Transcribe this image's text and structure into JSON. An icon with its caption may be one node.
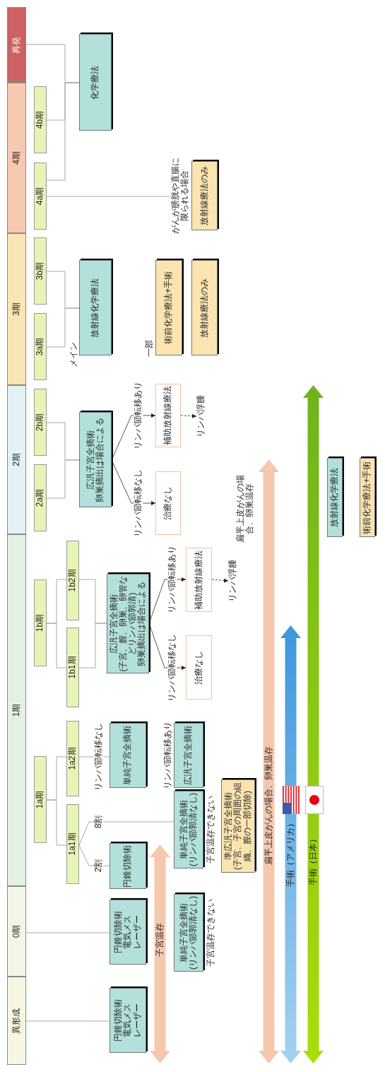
{
  "diagram": {
    "nodes": [
      {
        "text": [
          "再発"
        ]
      },
      {
        "text": [
          "4期"
        ]
      },
      {
        "text": [
          "3期"
        ]
      },
      {
        "text": [
          "2期"
        ]
      },
      {
        "text": [
          "1期"
        ]
      },
      {
        "text": [
          "0期"
        ]
      },
      {
        "text": [
          "異形成"
        ]
      },
      {
        "text": [
          "4b期"
        ]
      },
      {
        "text": [
          "4a期"
        ]
      },
      {
        "text": [
          "3b期"
        ]
      },
      {
        "text": [
          "3a期"
        ]
      },
      {
        "text": [
          "2b期"
        ]
      },
      {
        "text": [
          "2a期"
        ]
      },
      {
        "text": [
          "1b期"
        ]
      },
      {
        "text": [
          "1b2期"
        ]
      },
      {
        "text": [
          "1b1期"
        ]
      },
      {
        "text": [
          "1a期"
        ]
      },
      {
        "text": [
          "1a2期"
        ]
      },
      {
        "text": [
          "1a1期"
        ]
      },
      {
        "text": [
          "化学療法"
        ]
      },
      {
        "text": [
          "放射線療法のみ"
        ],
        "beside": [
          "がんが膀胱や直腸に限られる場合"
        ]
      },
      {
        "text": [
          "放射線化学療法"
        ],
        "beside": [
          "メイン"
        ]
      },
      {
        "text": [
          "術前化学療法+手術"
        ],
        "beside": [
          "一部"
        ]
      },
      {
        "text": [
          "放射線療法のみ"
        ]
      },
      {
        "text": [
          "広汎子宮全摘術",
          "卵巣摘出は場合による"
        ]
      },
      {
        "text": [
          "補助放射線療法"
        ]
      },
      {
        "text": [
          "治療なし"
        ]
      },
      {
        "text": [
          "リンパ浮腫"
        ]
      },
      {
        "text": [
          "広汎子宮全摘術",
          "(子宮、膣、卵巣、卵管などリンパ節郭清)",
          "卵巣摘出は場合による"
        ]
      },
      {
        "text": [
          "補助放射線療法"
        ]
      },
      {
        "text": [
          "治療なし"
        ]
      },
      {
        "text": [
          "リンパ浮腫"
        ]
      },
      {
        "text": [
          "単純子宮全摘術"
        ]
      },
      {
        "text": [
          "広汎子宮全摘術"
        ]
      },
      {
        "text": [
          "円錐切除術"
        ]
      },
      {
        "text": [
          "単純子宮全摘術",
          "(リンパ節郭清なし)"
        ],
        "beside": [
          "子宮温存できない"
        ]
      },
      {
        "text": [
          "準広汎子宮全摘術",
          "(子宮、子宮の周囲の組織、膣の一部切除)"
        ]
      },
      {
        "text": [
          "円錐切除術",
          "電気メス",
          "レーザー"
        ]
      },
      {
        "text": [
          "単純子宮全摘術",
          "(リンパ節郭清なし)"
        ],
        "beside": [
          "子宮温存できない"
        ]
      },
      {
        "text": [
          "円錐切除術",
          "電気メス",
          "レーザー"
        ]
      },
      {
        "text": [
          "子宮温存"
        ]
      },
      {
        "text": [
          "扁平上皮がんの場合、卵巣温存"
        ],
        "beside": [
          "扁平上皮がんの場合、卵巣温存"
        ]
      },
      {
        "text": [
          "手術（アメリカ）"
        ]
      },
      {
        "text": [
          "手術（日本）"
        ]
      },
      {
        "text": [
          "放射線化学療法"
        ]
      },
      {
        "text": [
          "術前化学療法+手術"
        ]
      }
    ],
    "edges": [
      {
        "from": 0,
        "to": 19,
        "arrow": "none"
      },
      {
        "from": 7,
        "to": 19,
        "arrow": "none"
      },
      {
        "from": 8,
        "to": 19,
        "arrow": "none"
      },
      {
        "from": 8,
        "to": 20,
        "arrow": "none"
      },
      {
        "from": 9,
        "to": 21,
        "arrow": "none"
      },
      {
        "from": 10,
        "to": 21,
        "arrow": "none"
      },
      {
        "from": 11,
        "to": 24,
        "arrow": "none"
      },
      {
        "from": 12,
        "to": 24,
        "arrow": "none"
      },
      {
        "from": 24,
        "to": 25,
        "arrow": "to",
        "label": "リンパ節転移あり"
      },
      {
        "from": 24,
        "to": 26,
        "arrow": "to",
        "label": "リンパ節転移なし"
      },
      {
        "from": 25,
        "to": 27,
        "arrow": "to",
        "style": "dashed"
      },
      {
        "from": 13,
        "to": 14,
        "arrow": "none"
      },
      {
        "from": 13,
        "to": 15,
        "arrow": "none"
      },
      {
        "from": 14,
        "to": 28,
        "arrow": "none"
      },
      {
        "from": 15,
        "to": 28,
        "arrow": "none"
      },
      {
        "from": 28,
        "to": 29,
        "arrow": "to",
        "label": "リンパ節転移あり"
      },
      {
        "from": 28,
        "to": 30,
        "arrow": "to",
        "label": "リンパ節転移なし"
      },
      {
        "from": 29,
        "to": 31,
        "arrow": "to",
        "style": "dashed"
      },
      {
        "from": 16,
        "to": 17,
        "arrow": "none"
      },
      {
        "from": 16,
        "to": 18,
        "arrow": "none"
      },
      {
        "from": 17,
        "to": 32,
        "arrow": "none",
        "label": "リンパ節転移なし"
      },
      {
        "from": 18,
        "to": 35,
        "arrow": "none",
        "label": "8割"
      },
      {
        "from": 18,
        "to": 34,
        "arrow": "none",
        "label": "2割"
      },
      {
        "from": 5,
        "to": 37,
        "arrow": "none"
      },
      {
        "from": 6,
        "to": 39,
        "arrow": "none"
      }
    ],
    "labels": [
      "リンパ節転移あり"
    ]
  }
}
